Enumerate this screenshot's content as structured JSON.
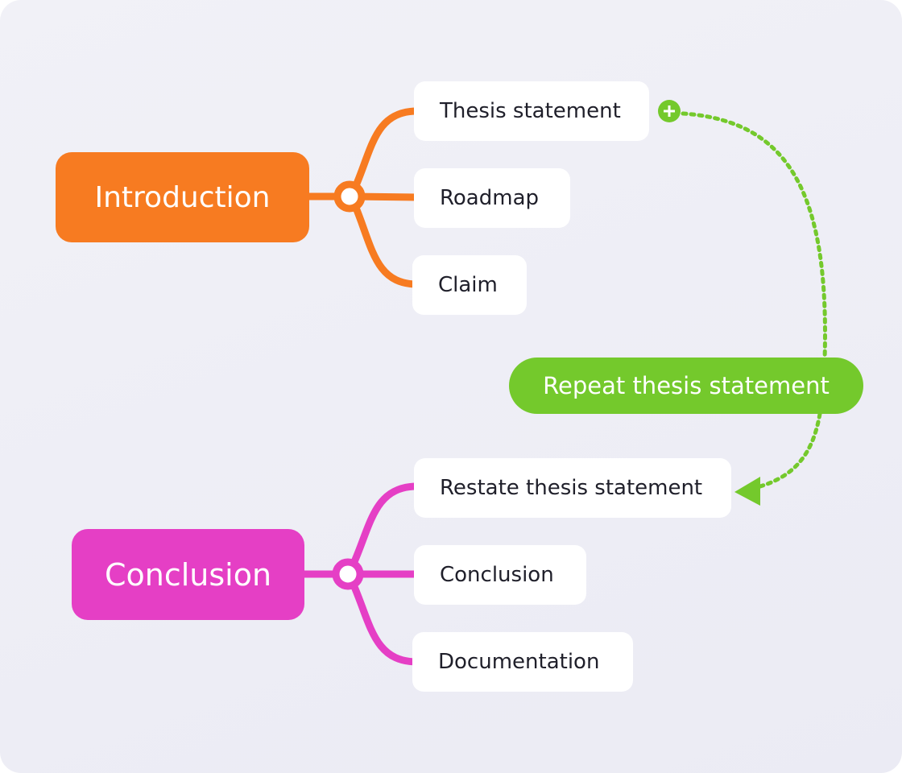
{
  "diagram": {
    "colors": {
      "introduction": "#f77b21",
      "conclusion": "#e53fc5",
      "relation": "#74c92c",
      "node_bg": "#ffffff"
    },
    "introduction": {
      "label": "Introduction",
      "children": [
        "Thesis statement",
        "Roadmap",
        "Claim"
      ]
    },
    "conclusion": {
      "label": "Conclusion",
      "children": [
        "Restate thesis statement",
        "Conclusion",
        "Documentation"
      ]
    },
    "relation": {
      "label": "Repeat thesis statement",
      "start_icon": "plus-icon",
      "end_icon": "arrowhead-icon"
    }
  }
}
